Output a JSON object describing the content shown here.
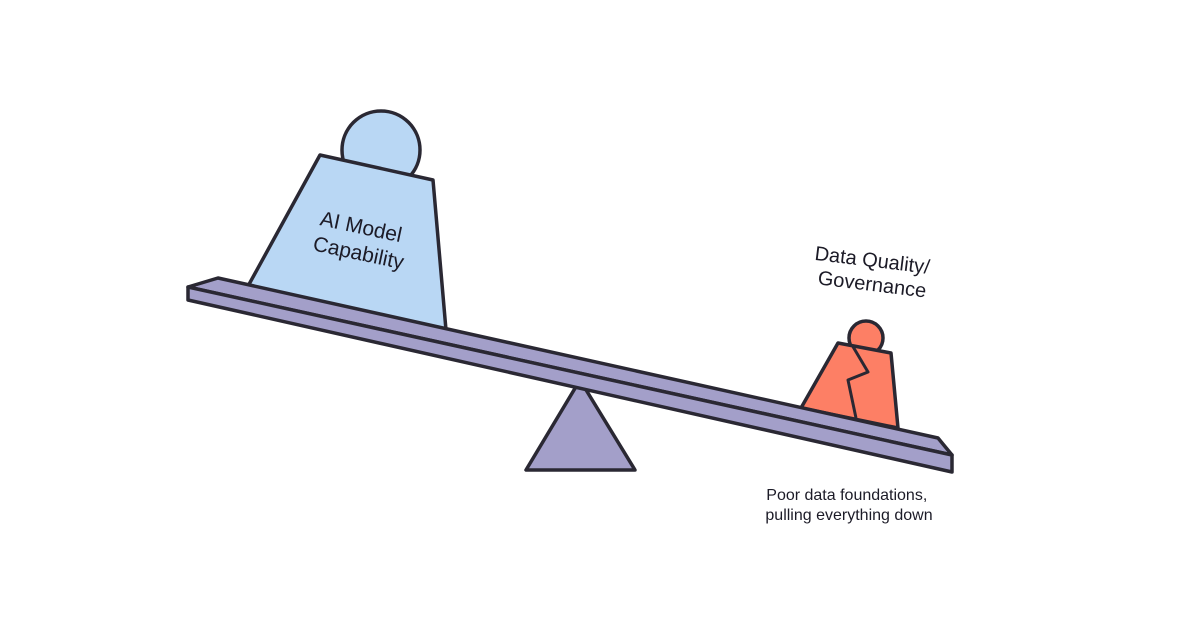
{
  "diagram": {
    "heavy_weight": {
      "label_line1": "AI Model",
      "label_line2": "Capability"
    },
    "light_weight": {
      "label_line1": "Data Quality/",
      "label_line2": "Governance"
    },
    "caption": {
      "line1": "Poor data foundations,",
      "line2": "pulling everything down"
    },
    "colors": {
      "heavy_weight_fill": "#b9d7f4",
      "light_weight_fill": "#fd7f65",
      "beam_fill": "#a39fc9",
      "outline": "#2a2833",
      "background": "#ffffff"
    }
  }
}
